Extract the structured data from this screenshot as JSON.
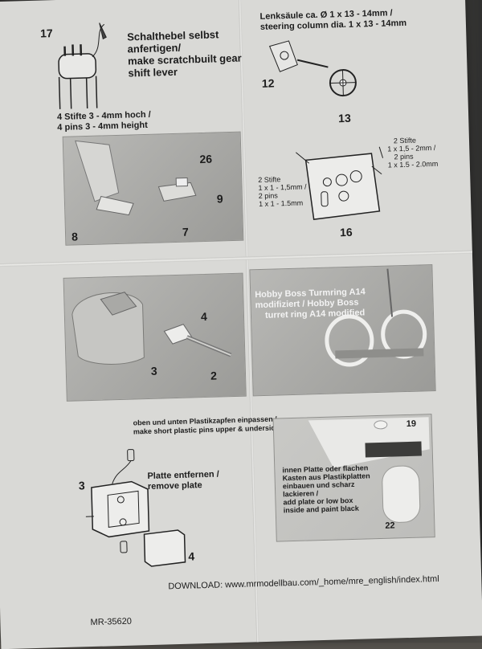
{
  "panel1": {
    "part_number": "17",
    "caption_de": [
      "Schalthebel selbst",
      "anfertigen/"
    ],
    "caption_en": [
      "make scratchbuilt gear",
      "shift lever"
    ],
    "pins_de": "4 Stifte 3 - 4mm hoch /",
    "pins_en": "4 pins 3 - 4mm height"
  },
  "panel2": {
    "caption_de": "Lenksäule ca. Ø 1 x 13 - 14mm /",
    "caption_en": "steering column dia. 1 x 13 - 14mm",
    "part_a": "12",
    "part_b": "13"
  },
  "panel3": {
    "part_8": "8",
    "part_26": "26",
    "part_9": "9",
    "part_7": "7"
  },
  "panel4": {
    "left_pins": [
      "2 Stifte",
      "1 x 1 - 1,5mm /",
      "2 pins",
      "1 x 1 - 1.5mm"
    ],
    "right_pins": [
      "2 Stifte",
      "1 x 1,5 - 2mm /",
      "2 pins",
      "1 x 1.5 - 2.0mm"
    ],
    "part_16": "16"
  },
  "panel5": {
    "part_4": "4",
    "part_3": "3",
    "part_2": "2"
  },
  "panel6": {
    "caption": [
      "Hobby Boss Turmring A14",
      "modifiziert / Hobby Boss",
      "turret ring A14 modified"
    ]
  },
  "panel7": {
    "caption_de": "oben und unten Plastikzapfen einpassen /",
    "caption_en": "make short plastic pins upper & underside",
    "plate_de": "Platte entfernen /",
    "plate_en": "remove plate",
    "part_3": "3",
    "part_4": "4"
  },
  "panel8": {
    "part_19": "19",
    "caption": [
      "innen Platte oder flachen",
      "Kasten aus Plastikplatten",
      "einbauen und scharz",
      "lackieren /",
      "add plate or low box",
      "inside and paint black"
    ],
    "part_22": "22"
  },
  "footer": {
    "download": "DOWNLOAD: www.mrmodellbau.com/_home/mre_english/index.html",
    "code": "MR-35620"
  }
}
